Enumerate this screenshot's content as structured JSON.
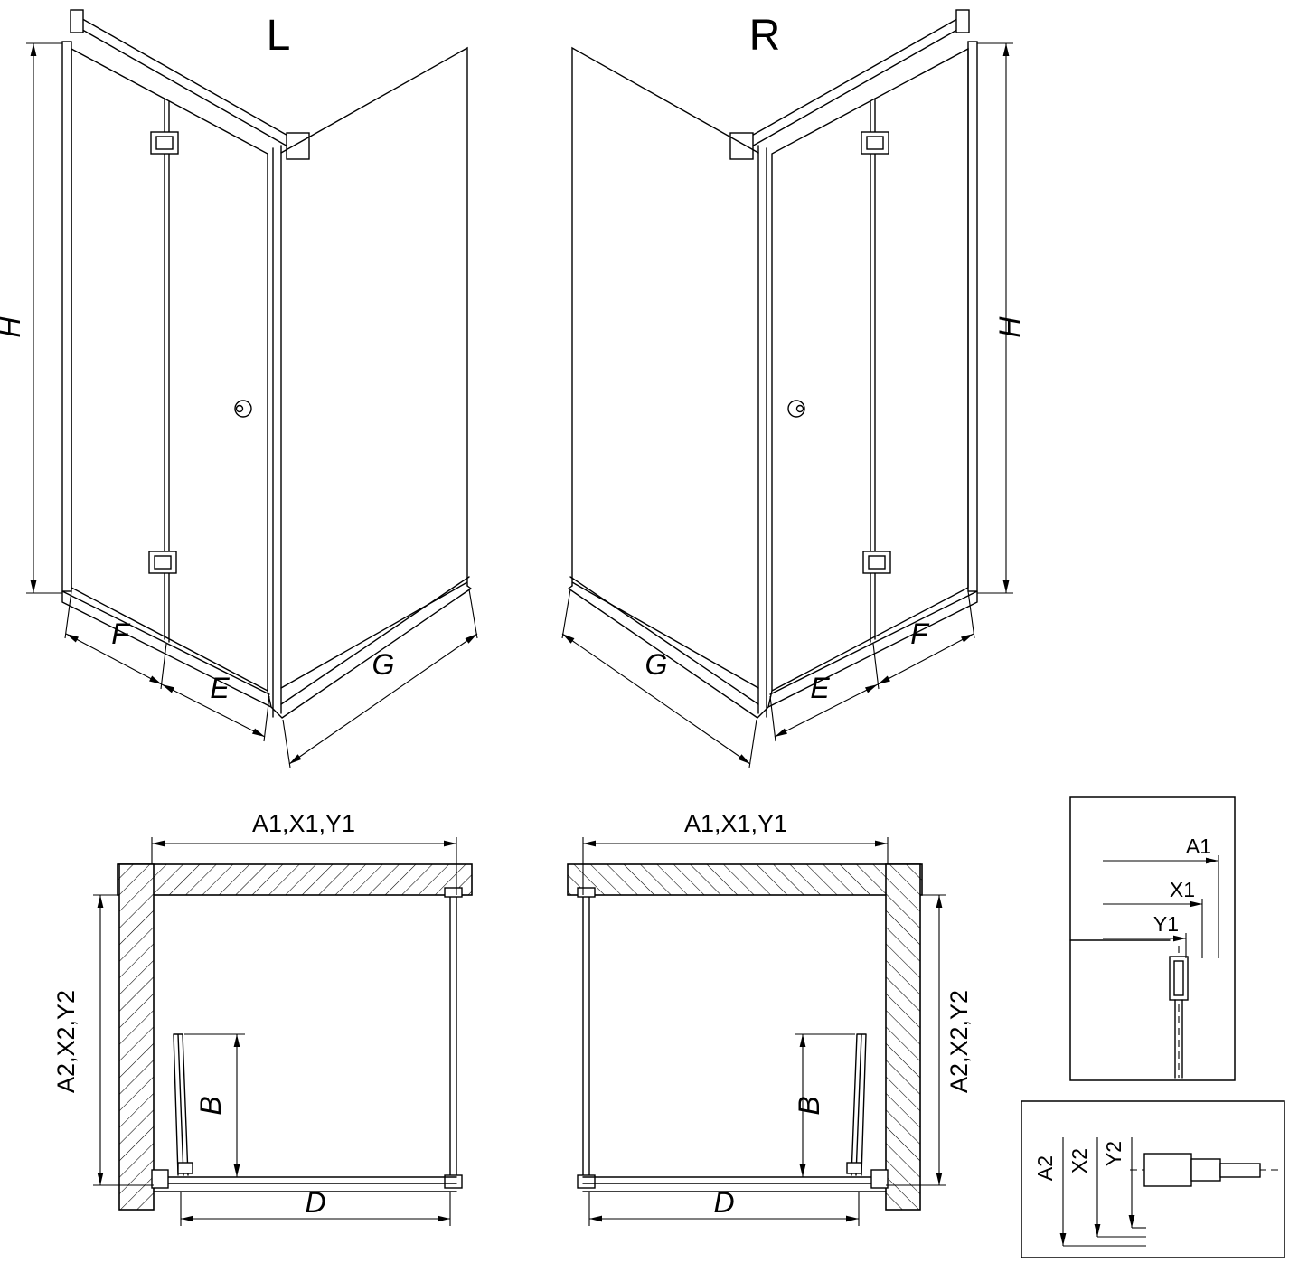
{
  "page": {
    "background": "#ffffff",
    "line_color": "#000000"
  },
  "views": {
    "iso_left": {
      "title": "L",
      "h": "H",
      "f": "F",
      "e": "E",
      "g": "G"
    },
    "iso_right": {
      "title": "R",
      "h": "H",
      "f": "F",
      "e": "E",
      "g": "G"
    },
    "plan_left": {
      "top": "A1,X1,Y1",
      "side": "A2,X2,Y2",
      "b": "B",
      "d": "D"
    },
    "plan_right": {
      "top": "A1,X1,Y1",
      "side": "A2,X2,Y2",
      "b": "B",
      "d": "D"
    },
    "detail_top": {
      "a1": "A1",
      "x1": "X1",
      "y1": "Y1"
    },
    "detail_bottom": {
      "a2": "A2",
      "x2": "X2",
      "y2": "Y2"
    }
  }
}
